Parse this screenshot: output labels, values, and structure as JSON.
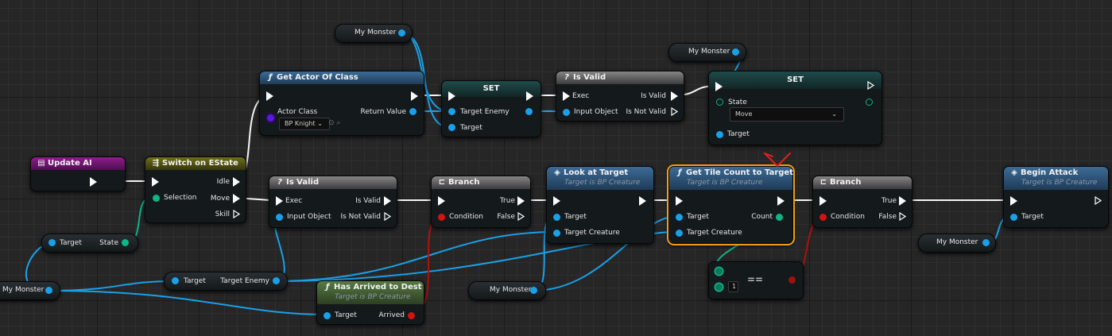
{
  "variables": {
    "my_monster_top": "My Monster",
    "my_monster_set2": "My Monster",
    "my_monster_left": "My Monster",
    "my_monster_mid": "My Monster",
    "my_monster_right": "My Monster"
  },
  "get_actor": {
    "title": "Get Actor Of Class",
    "actor_class": "Actor Class",
    "class_value": "BP Knight",
    "return": "Return Value"
  },
  "set1": {
    "title": "SET",
    "target_enemy": "Target Enemy",
    "target": "Target"
  },
  "isvalid1": {
    "title": "Is Valid",
    "exec": "Exec",
    "input": "Input Object",
    "valid": "Is Valid",
    "not_valid": "Is Not Valid"
  },
  "set2": {
    "title": "SET",
    "state": "State",
    "state_value": "Move",
    "target": "Target"
  },
  "update_ai": {
    "title": "Update AI"
  },
  "switch": {
    "title": "Switch on EState",
    "selection": "Selection",
    "idle": "Idle",
    "move": "Move",
    "skill": "Skill"
  },
  "isvalid2": {
    "title": "Is Valid",
    "exec": "Exec",
    "input": "Input Object",
    "valid": "Is Valid",
    "not_valid": "Is Not Valid"
  },
  "branch1": {
    "title": "Branch",
    "condition": "Condition",
    "true": "True",
    "false": "False"
  },
  "look": {
    "title": "Look at Target",
    "subtitle": "Target is BP Creature",
    "target": "Target",
    "target_creature": "Target Creature"
  },
  "tile": {
    "title": "Get Tile Count to Target",
    "subtitle": "Target is BP Creature",
    "target": "Target",
    "count": "Count",
    "target_creature": "Target Creature"
  },
  "branch2": {
    "title": "Branch",
    "condition": "Condition",
    "true": "True",
    "false": "False"
  },
  "attack": {
    "title": "Begin Attack",
    "subtitle": "Target is BP Creature",
    "target": "Target"
  },
  "get_state": {
    "target": "Target",
    "state": "State"
  },
  "get_enemy": {
    "target": "Target",
    "target_enemy": "Target Enemy"
  },
  "arrived": {
    "title": "Has Arrived to Dest",
    "subtitle": "Target is BP Creature",
    "target": "Target",
    "arrived": "Arrived"
  },
  "equal": {
    "op": "==",
    "value": "1"
  },
  "colors": {
    "exec": "#fafafa",
    "object": "#1aa0e8",
    "bool": "#d41212",
    "int": "#0db686",
    "enum": "#0db686",
    "class": "#5a1ad6"
  }
}
